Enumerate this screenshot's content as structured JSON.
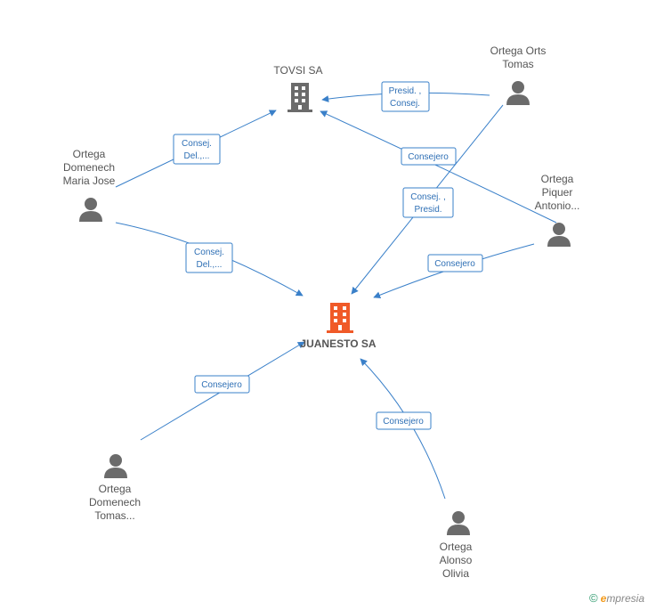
{
  "nodes": [
    {
      "id": "tovsi",
      "type": "company",
      "color": "#6b6b6b",
      "label": [
        "TOVSI SA"
      ]
    },
    {
      "id": "juanesto",
      "type": "company",
      "color": "#f05a28",
      "label": [
        "JUANESTO SA"
      ],
      "main": true
    },
    {
      "id": "orts",
      "type": "person",
      "label": [
        "Ortega Orts",
        "Tomas"
      ]
    },
    {
      "id": "mariajose",
      "type": "person",
      "label": [
        "Ortega",
        "Domenech",
        "Maria Jose"
      ]
    },
    {
      "id": "piquer",
      "type": "person",
      "label": [
        "Ortega",
        "Piquer",
        "Antonio..."
      ]
    },
    {
      "id": "tomas",
      "type": "person",
      "label": [
        "Ortega",
        "Domenech",
        "Tomas..."
      ]
    },
    {
      "id": "olivia",
      "type": "person",
      "label": [
        "Ortega",
        "Alonso",
        "Olivia"
      ]
    }
  ],
  "edges": [
    {
      "id": "e1",
      "label": [
        "Presid. ,",
        "Consej."
      ]
    },
    {
      "id": "e2",
      "label": [
        "Consej.",
        "Del.,..."
      ]
    },
    {
      "id": "e3",
      "label": [
        "Consejero"
      ]
    },
    {
      "id": "e4",
      "label": [
        "Consej. ,",
        "Presid."
      ]
    },
    {
      "id": "e5",
      "label": [
        "Consej.",
        "Del.,..."
      ]
    },
    {
      "id": "e6",
      "label": [
        "Consejero"
      ]
    },
    {
      "id": "e7",
      "label": [
        "Consejero"
      ]
    },
    {
      "id": "e8",
      "label": [
        "Consejero"
      ]
    }
  ],
  "colors": {
    "edge": "#3a80c9",
    "person": "#6b6b6b",
    "company_main": "#f05a28",
    "company": "#6b6b6b"
  },
  "footer": {
    "copyright": "©",
    "brand_initial": "e",
    "brand_rest": "mpresia"
  }
}
